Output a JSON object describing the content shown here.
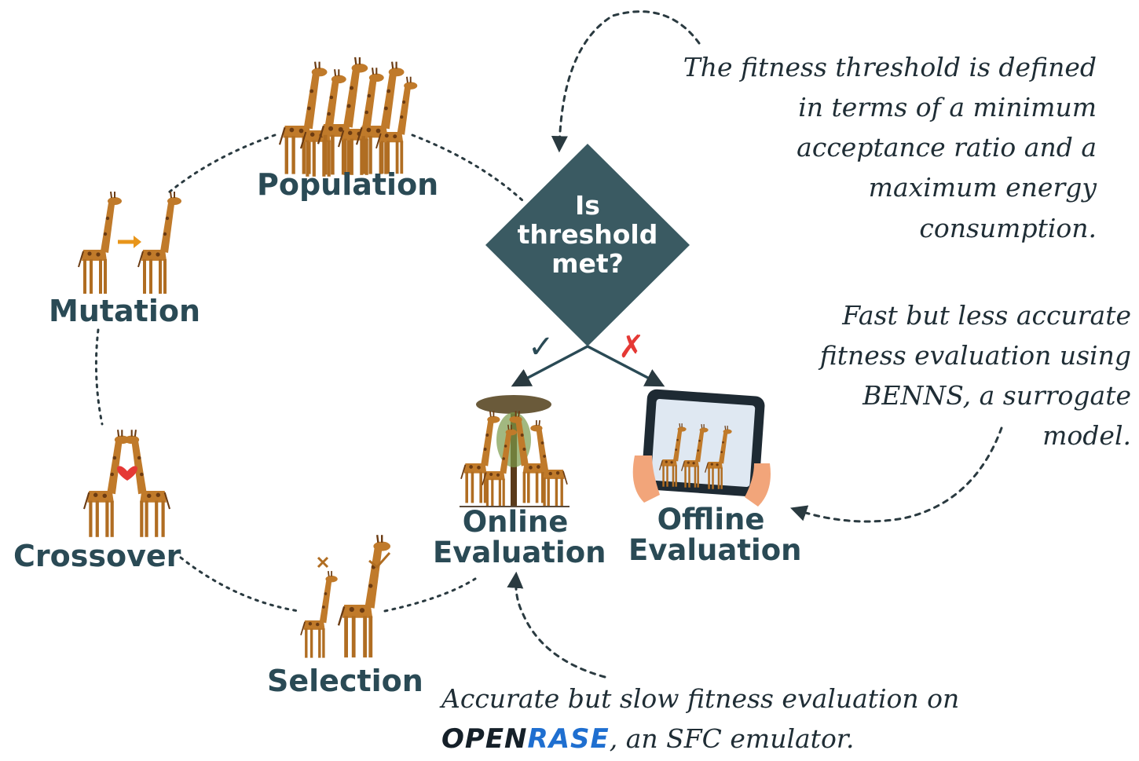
{
  "diagram": {
    "nodes": {
      "population": "Population",
      "mutation": "Mutation",
      "crossover": "Crossover",
      "selection": "Selection",
      "online": [
        "Online",
        "Evaluation"
      ],
      "offline": [
        "Offline",
        "Evaluation"
      ]
    },
    "decision": [
      "Is",
      "threshold",
      "met?"
    ],
    "branch_marks": {
      "yes": "✓",
      "no": "✗"
    },
    "notes": {
      "threshold": [
        "The fitness threshold is defined",
        "in terms of a minimum",
        "acceptance ratio and a",
        "maximum energy",
        "consumption."
      ],
      "offline": [
        "Fast but less accurate",
        "fitness evaluation using",
        "BENNS, a surrogate",
        "model."
      ],
      "online_line1": "Accurate but slow fitness evaluation on",
      "online_logo_a": "OPEN",
      "online_logo_b": "RASE",
      "online_line2_rest": ", an SFC emulator."
    },
    "colors": {
      "diamond": "#3a5a62",
      "label": "#2a4a55",
      "giraffe": "#c07a2a",
      "giraffe_spots": "#6b3b12",
      "heart": "#e53935",
      "cross": "#e53935",
      "check": "#2a4a55",
      "arrow_orange": "#e8951a",
      "logo_blue": "#1f6fd0"
    }
  }
}
